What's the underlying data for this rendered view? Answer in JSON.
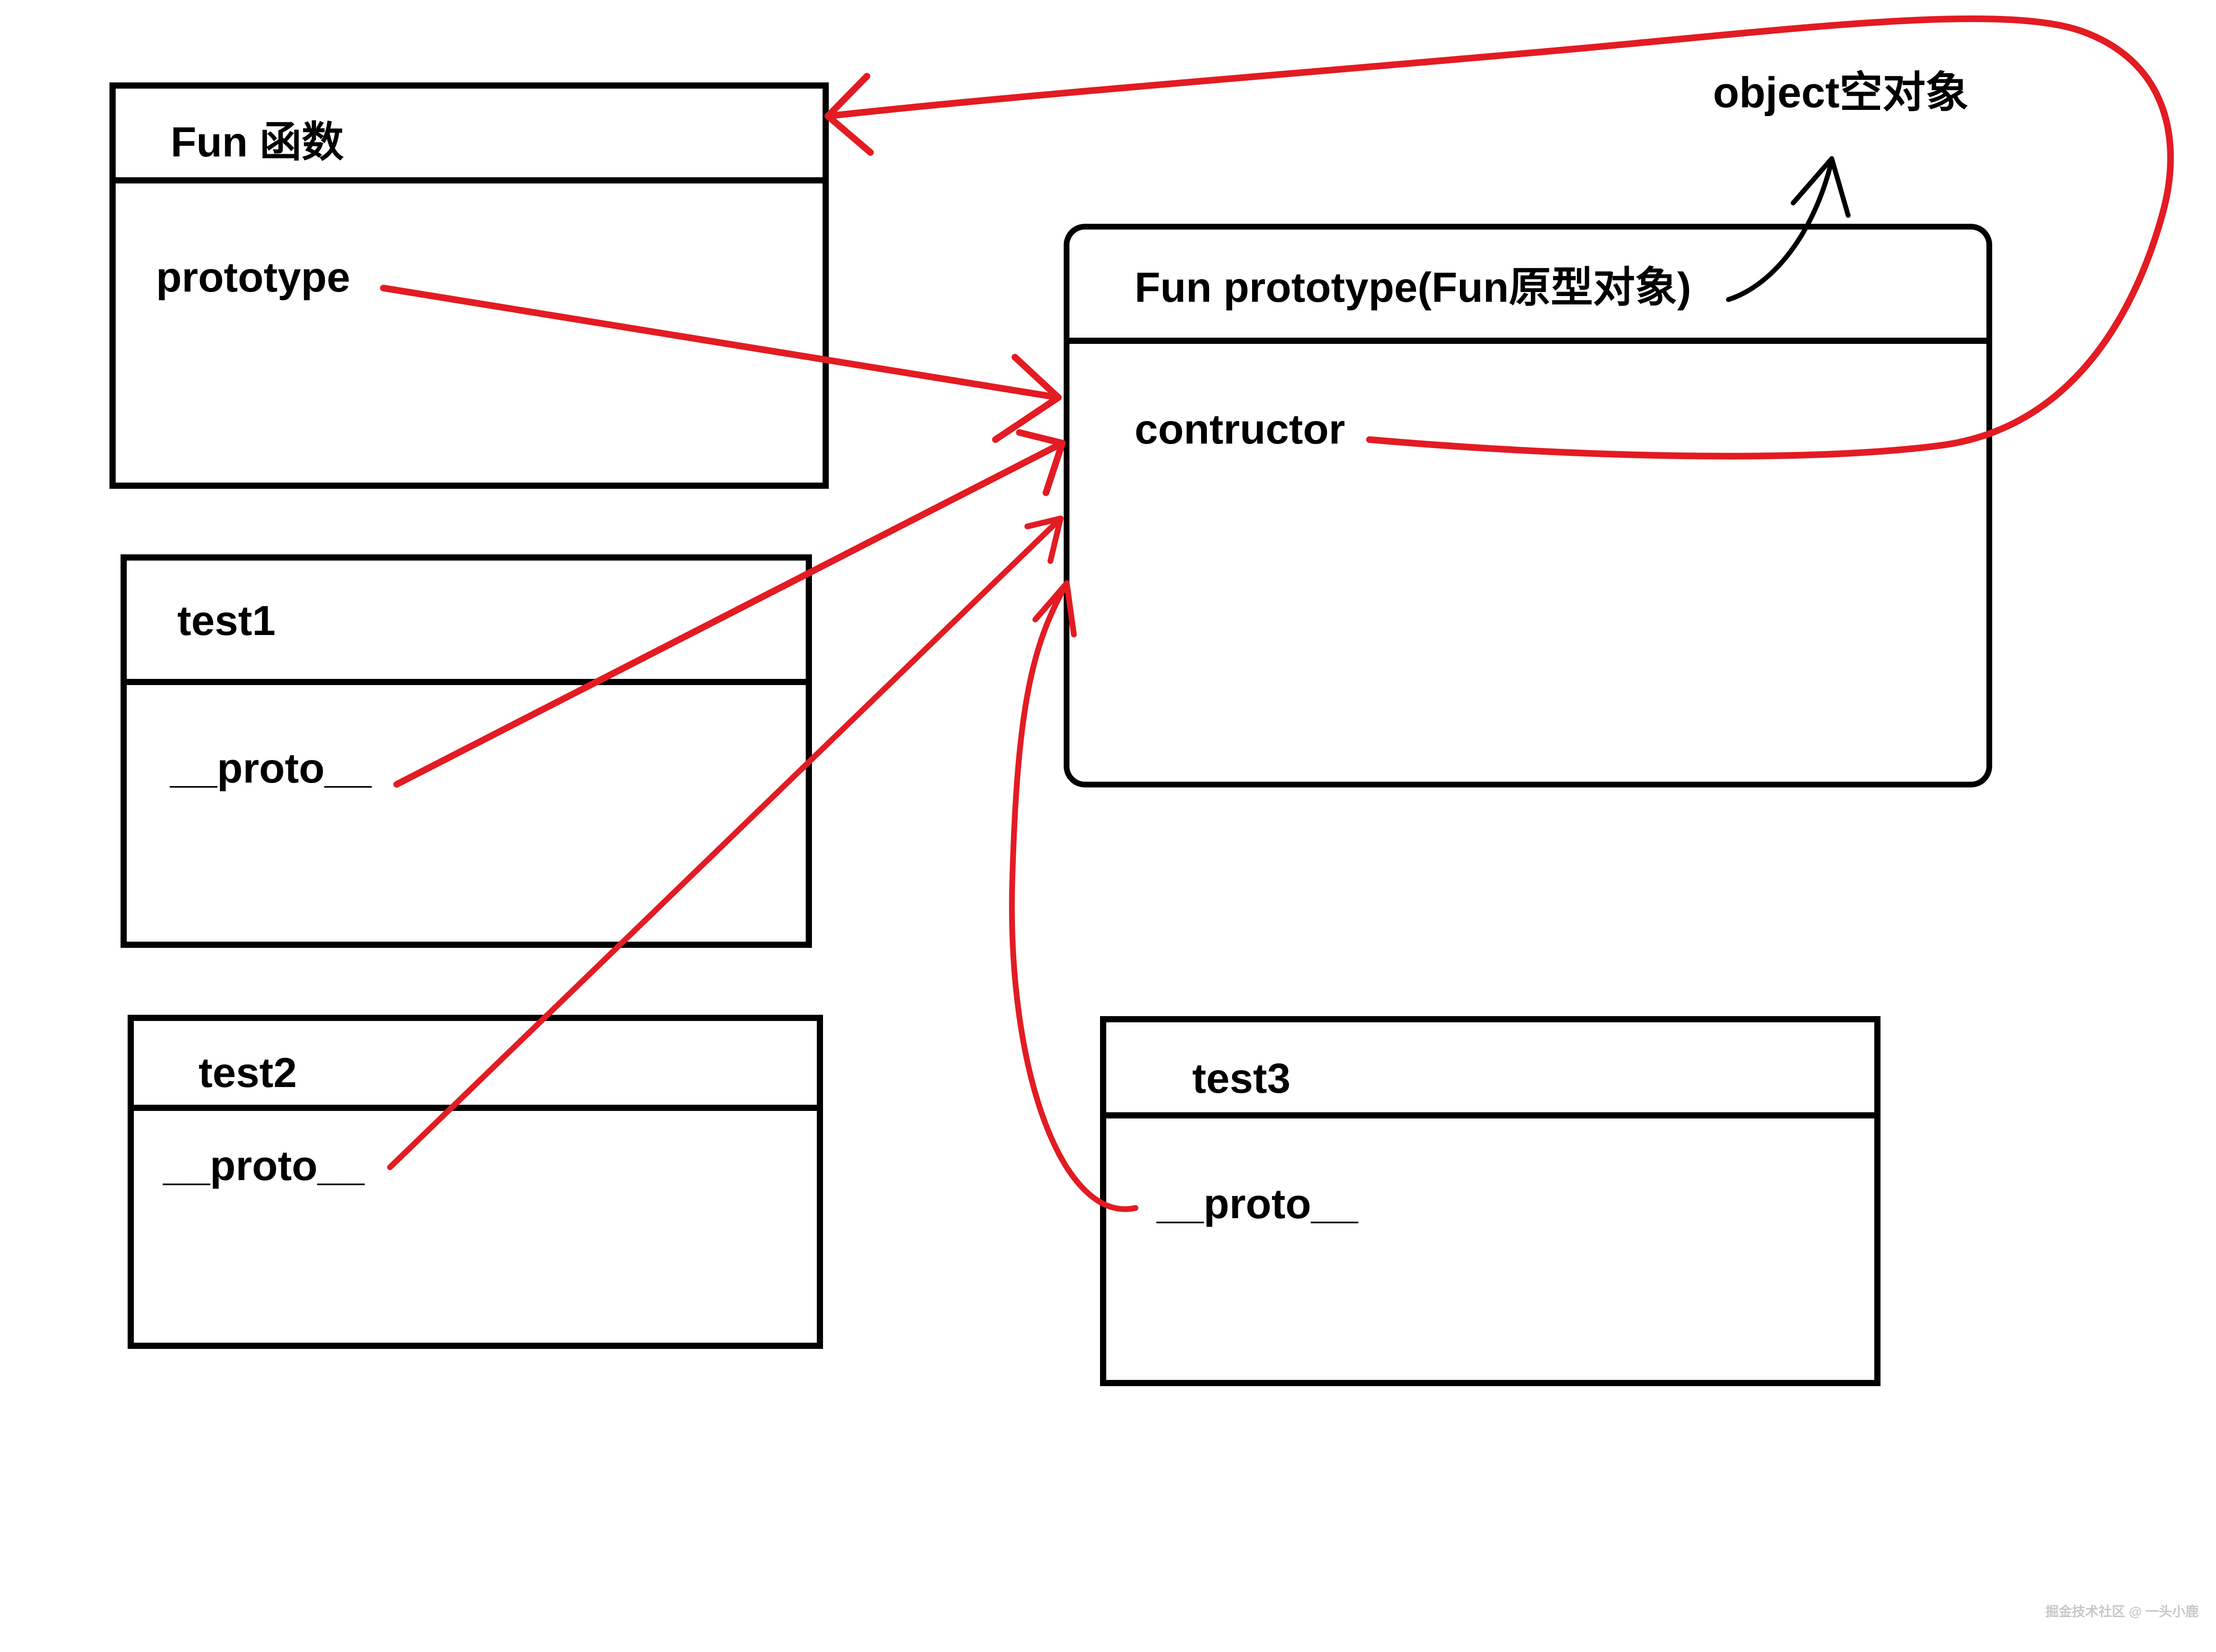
{
  "colors": {
    "arrow_red": "#e31b23",
    "line_black": "#000000",
    "watermark_gray": "#c7c7c7",
    "background": "#ffffff"
  },
  "boxes": {
    "fun": {
      "title": "Fun 函数",
      "property": "prototype"
    },
    "fun_prototype": {
      "title": "Fun prototype(Fun原型对象)",
      "property": "contructor"
    },
    "test1": {
      "title": "test1",
      "property": "__proto__"
    },
    "test2": {
      "title": "test2",
      "property": "__proto__"
    },
    "test3": {
      "title": "test3",
      "property": "__proto__"
    }
  },
  "labels": {
    "object_empty": "object空对象"
  },
  "watermark": "掘金技术社区 @ 一头小鹿",
  "arrows": [
    {
      "name": "prototype-to-fun-prototype",
      "from": "Fun.prototype",
      "to": "Fun prototype object",
      "color": "red"
    },
    {
      "name": "test1-proto-to-fun-prototype",
      "from": "test1.__proto__",
      "to": "Fun prototype object",
      "color": "red"
    },
    {
      "name": "test2-proto-to-fun-prototype",
      "from": "test2.__proto__",
      "to": "Fun prototype object",
      "color": "red"
    },
    {
      "name": "test3-proto-to-fun-prototype",
      "from": "test3.__proto__",
      "to": "Fun prototype object",
      "color": "red"
    },
    {
      "name": "constructor-to-fun",
      "from": "Fun prototype.contructor",
      "to": "Fun 函数",
      "color": "red"
    },
    {
      "name": "fun-prototype-to-object",
      "from": "Fun prototype object",
      "to": "object空对象",
      "color": "black"
    }
  ]
}
